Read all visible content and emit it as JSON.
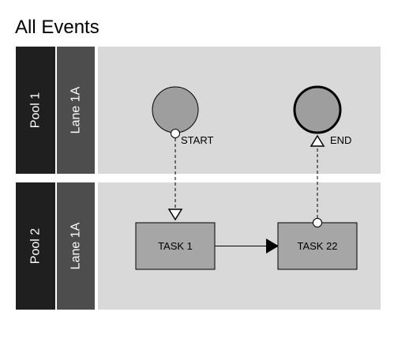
{
  "title": "All Events",
  "pools": [
    {
      "label": "Pool 1",
      "lane_label": "Lane 1A"
    },
    {
      "label": "Pool 2",
      "lane_label": "Lane 1A"
    }
  ],
  "events": {
    "start": {
      "label": "START"
    },
    "end": {
      "label": "END"
    }
  },
  "tasks": [
    {
      "label": "TASK 1"
    },
    {
      "label": "TASK 22"
    }
  ],
  "colors": {
    "pool_header": "#1f1f1f",
    "lane_header": "#4d4d4d",
    "lane_body": "#d9d9d9",
    "event_fill": "#9e9e9e",
    "task_fill": "#a6a6a6",
    "stroke": "#000000"
  }
}
